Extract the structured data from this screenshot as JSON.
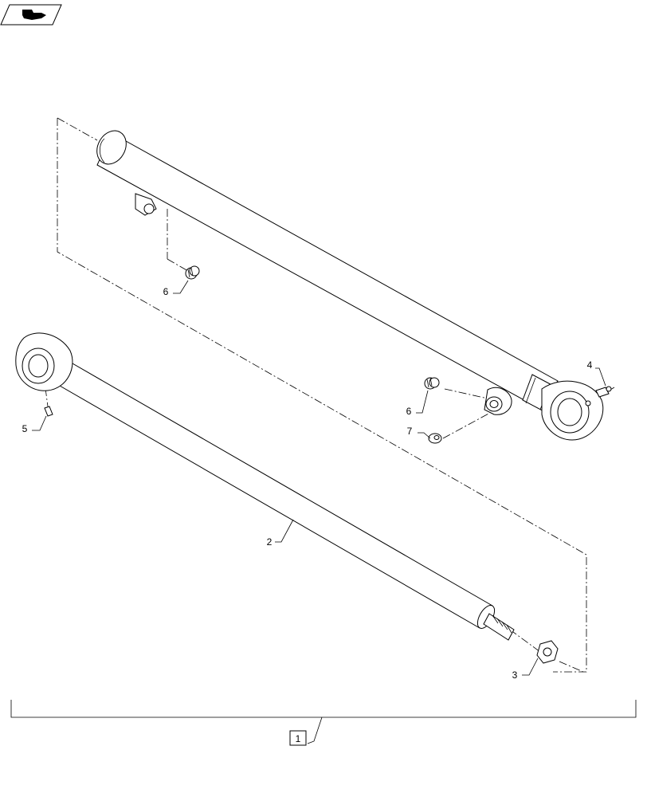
{
  "callouts": {
    "c1": "1",
    "c2": "2",
    "c3": "3",
    "c4": "4",
    "c5": "5",
    "c6a": "6",
    "c6b": "6",
    "c7": "7"
  },
  "icons": {
    "corner": "view-orientation-icon"
  }
}
